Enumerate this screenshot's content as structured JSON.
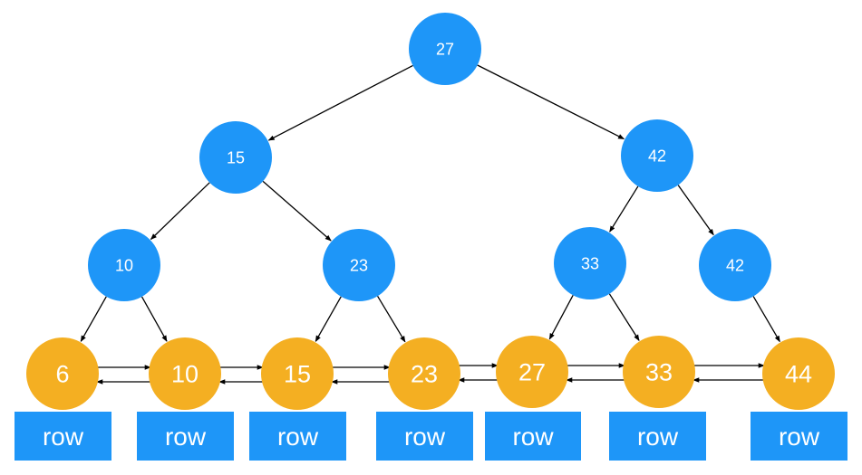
{
  "colors": {
    "inner_node": "#1e96f8",
    "leaf_node": "#f4af22",
    "row_box": "#1e96f8",
    "text": "#ffffff",
    "edge": "#000000"
  },
  "inner_nodes": [
    {
      "id": "root",
      "label": "27"
    },
    {
      "id": "l1a",
      "label": "15"
    },
    {
      "id": "l1b",
      "label": "42"
    },
    {
      "id": "l2a",
      "label": "10"
    },
    {
      "id": "l2b",
      "label": "23"
    },
    {
      "id": "l2c",
      "label": "33"
    },
    {
      "id": "l2d",
      "label": "42"
    }
  ],
  "leaf_nodes": [
    {
      "id": "f1",
      "label": "6"
    },
    {
      "id": "f2",
      "label": "10"
    },
    {
      "id": "f3",
      "label": "15"
    },
    {
      "id": "f4",
      "label": "23"
    },
    {
      "id": "f5",
      "label": "27"
    },
    {
      "id": "f6",
      "label": "33"
    },
    {
      "id": "f7",
      "label": "44"
    }
  ],
  "row_boxes": [
    {
      "label": "row"
    },
    {
      "label": "row"
    },
    {
      "label": "row"
    },
    {
      "label": "row"
    },
    {
      "label": "row"
    },
    {
      "label": "row"
    },
    {
      "label": "row"
    }
  ],
  "edges": [
    [
      "root",
      "l1a"
    ],
    [
      "root",
      "l1b"
    ],
    [
      "l1a",
      "l2a"
    ],
    [
      "l1a",
      "l2b"
    ],
    [
      "l1b",
      "l2c"
    ],
    [
      "l1b",
      "l2d"
    ],
    [
      "l2a",
      "f1"
    ],
    [
      "l2a",
      "f2"
    ],
    [
      "l2b",
      "f3"
    ],
    [
      "l2b",
      "f4"
    ],
    [
      "l2c",
      "f5"
    ],
    [
      "l2c",
      "f6"
    ],
    [
      "l2d",
      "f7"
    ]
  ]
}
